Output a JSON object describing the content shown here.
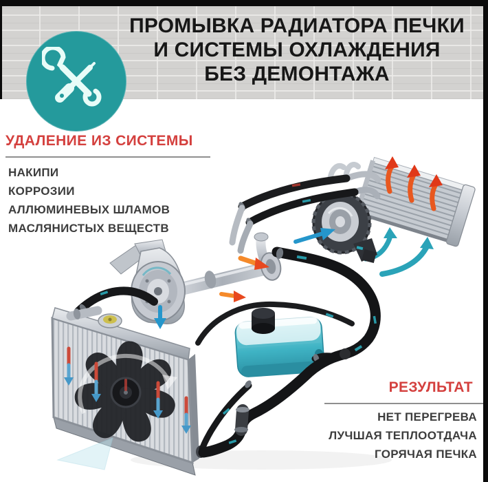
{
  "poster": {
    "title_lines": [
      "ПРОМЫВКА РАДИАТОРА ПЕЧКИ",
      "И СИСТЕМЫ ОХЛАЖДЕНИЯ",
      "БЕЗ ДЕМОНТАЖА"
    ],
    "removal": {
      "heading": "УДАЛЕНИЕ ИЗ СИСТЕМЫ",
      "items": [
        "НАКИПИ",
        "КОРРОЗИИ",
        "АЛЛЮМИНЕВЫХ ШЛАМОВ",
        "МАСЛЯНИСТЫХ ВЕЩЕСТВ"
      ]
    },
    "result": {
      "heading": "РЕЗУЛЬТАТ",
      "items": [
        "НЕТ ПЕРЕГРЕВА",
        "ЛУЧШАЯ ТЕПЛООТДАЧА",
        "ГОРЯЧАЯ ПЕЧКА"
      ]
    },
    "colors": {
      "accent_red": "#d4403e",
      "badge_teal": "#249a9c",
      "hose_black": "#17181a",
      "tank_teal": "#3fb3c4",
      "hot_arrow": "#e8491f",
      "cold_arrow": "#2a9fd4",
      "metal_gray": "#b9bec6",
      "brick_gray": "#d3d2d0"
    },
    "icons": {
      "badge": "wrench-screwdriver-icon"
    },
    "diagram_components": [
      "radiator-with-cooling-fan",
      "water-pump",
      "thermostat-pipes",
      "expansion-tank",
      "heater-core",
      "heater-blower-fan",
      "coolant-hoses",
      "hot-air-arrows",
      "cold-air-arrows"
    ]
  }
}
